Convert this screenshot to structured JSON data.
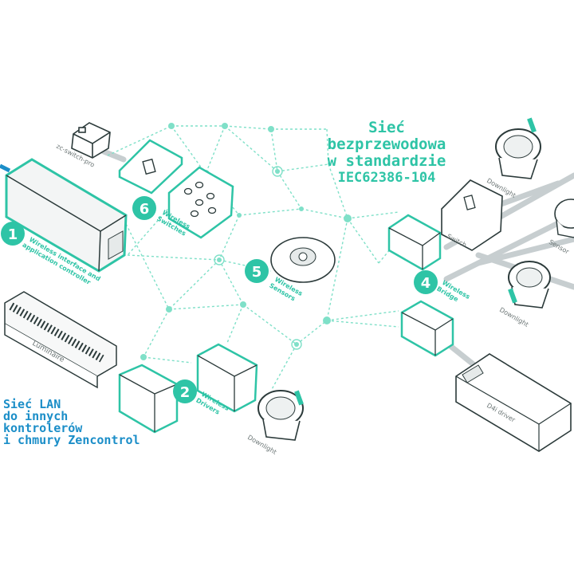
{
  "title": {
    "line1": "Sieć",
    "line2": "bezprzewodowa",
    "line3": "w standardzie",
    "line4": "IEC62386-104"
  },
  "lan_note": {
    "line1": "Sieć LAN",
    "line2": "do innych",
    "line3": "kontrolerów",
    "line4": "i chmury Zencontrol"
  },
  "components": [
    {
      "number": "1",
      "label_line1": "Wireless interface and",
      "label_line2": "application controller"
    },
    {
      "number": "2",
      "label_line1": "Wireless",
      "label_line2": "Drivers"
    },
    {
      "number": "4",
      "label_line1": "Wireless",
      "label_line2": "Bridge"
    },
    {
      "number": "5",
      "label_line1": "Wireless",
      "label_line2": "Sensors"
    },
    {
      "number": "6",
      "label_line1": "Wireless",
      "label_line2": "Switches"
    }
  ],
  "device_labels": {
    "zc_switch_pro": "zc-switch-pro",
    "luminaire": "Luminaire",
    "downlight": "Downlight",
    "switch": "Switch",
    "sensor": "Sensor",
    "d4i_driver": "D4i driver"
  },
  "colors": {
    "accent": "#2ec4a6",
    "mesh_line": "#7fe0c8",
    "outline": "#2b3a3a",
    "lan_text": "#1b8ec8",
    "wire": "#c7ced0"
  }
}
